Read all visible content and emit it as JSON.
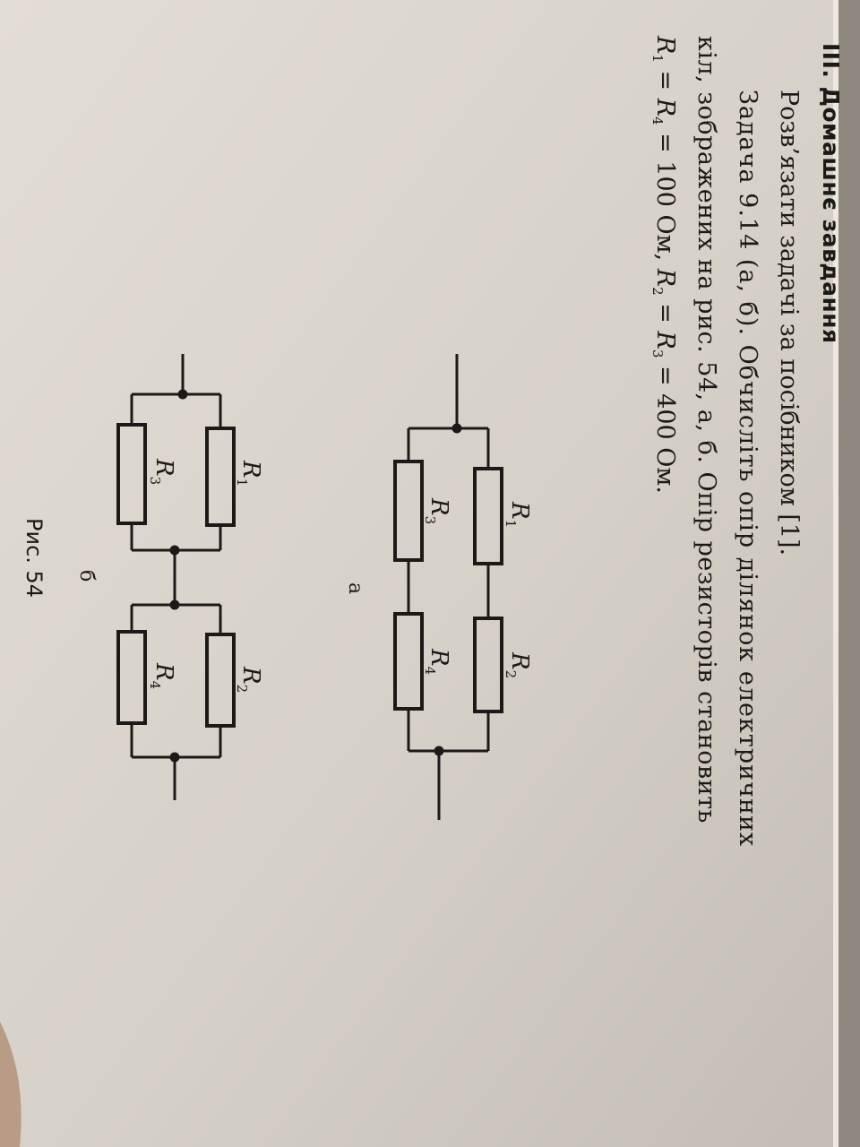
{
  "header": {
    "title": "III. Домашнє завдання",
    "instruction": "Розв’язати задачі за посібником [1]."
  },
  "task": {
    "line1": "Задача 9.14 (а, б). Обчисліть опір ділянок електричних",
    "line2": "кіл, зображених на рис. 54, а, б. Опір резисторів становить",
    "line3": {
      "r1": "R",
      "r1_sub": "1",
      "eq1": " = ",
      "r4": "R",
      "r4_sub": "4",
      "val1": " = 100 Ом, ",
      "r2": "R",
      "r2_sub": "2",
      "eq2": " = ",
      "r3": "R",
      "r3_sub": "3",
      "val2": " = 400 Ом."
    }
  },
  "figure": {
    "caption": "Рис. 54",
    "circuit_a": {
      "label": "а",
      "resistors": [
        {
          "name": "R",
          "sub": "1"
        },
        {
          "name": "R",
          "sub": "2"
        },
        {
          "name": "R",
          "sub": "3"
        },
        {
          "name": "R",
          "sub": "4"
        }
      ]
    },
    "circuit_b": {
      "label": "б",
      "resistors": [
        {
          "name": "R",
          "sub": "1"
        },
        {
          "name": "R",
          "sub": "2"
        },
        {
          "name": "R",
          "sub": "3"
        },
        {
          "name": "R",
          "sub": "4"
        }
      ]
    }
  },
  "colors": {
    "paper": "#ddd8cf",
    "ink": "#1c1a18"
  }
}
